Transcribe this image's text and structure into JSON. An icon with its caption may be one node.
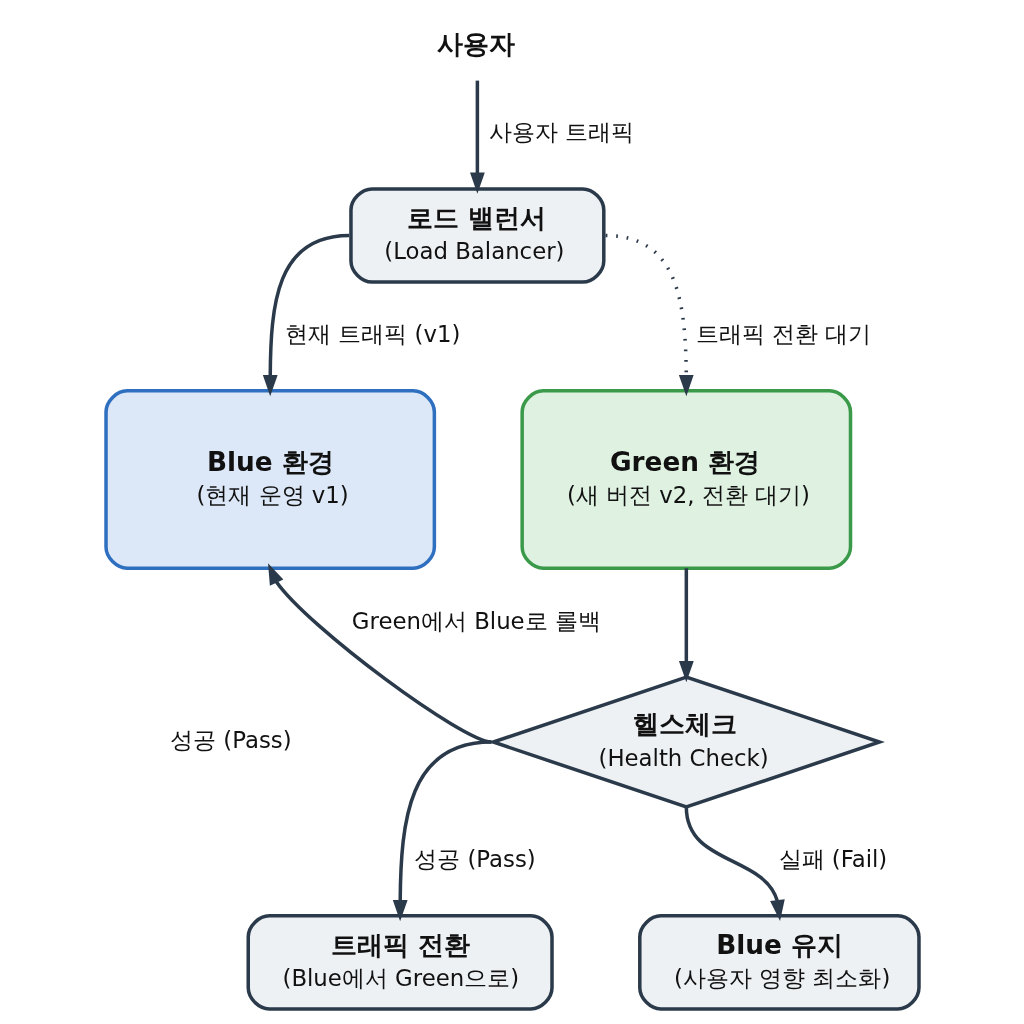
{
  "diagram": {
    "nodes": [
      {
        "text": [
          "사용자"
        ]
      },
      {
        "text": [
          "로드 밸런서",
          "(Load Balancer)"
        ]
      },
      {
        "text": [
          "Blue 환경",
          "(현재 운영 v1)"
        ]
      },
      {
        "text": [
          "Green 환경",
          "(새 버전 v2, 전환 대기)"
        ]
      },
      {
        "text": [
          "헬스체크",
          "(Health Check)"
        ]
      },
      {
        "text": [
          "트래픽 전환",
          "(Blue에서 Green으로)"
        ]
      },
      {
        "text": [
          "Blue 유지",
          "(사용자 영향 최소화)"
        ]
      }
    ],
    "edges": [
      {
        "from": 0,
        "to": 1,
        "arrow": "to",
        "label": "사용자 트래픽"
      },
      {
        "from": 1,
        "to": 2,
        "arrow": "to",
        "label": "현재 트래픽 (v1)"
      },
      {
        "from": 1,
        "to": 3,
        "arrow": "to",
        "label": "트래픽 전환 대기",
        "style": "dashed"
      },
      {
        "from": 3,
        "to": 4,
        "arrow": "to"
      },
      {
        "from": 4,
        "to": 2,
        "arrow": "to",
        "label": "Green에서 Blue로 롤백"
      },
      {
        "from": 4,
        "to": 5,
        "arrow": "to",
        "label": "성공 (Pass)"
      },
      {
        "from": 4,
        "to": 6,
        "arrow": "to",
        "label": "실패 (Fail)"
      }
    ],
    "labels": [
      "성공 (Pass)"
    ]
  }
}
